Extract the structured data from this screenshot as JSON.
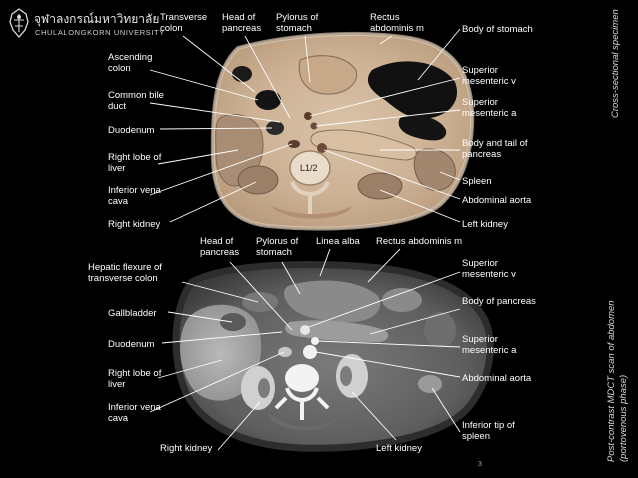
{
  "logo": {
    "thai": "จุฬาลงกรณ์มหาวิทยาลัย",
    "english": "CHULALONGKORN UNIVERSITY"
  },
  "side_labels": {
    "top": "Cross-sectional specimen",
    "bottom_line1": "Post-contrast MDCT scan of abdomen",
    "bottom_line2": "(portovenous phase)"
  },
  "vertebra_label": "L1/2",
  "specimen_labels": {
    "transverse_colon": "Transverse colon",
    "head_of_pancreas": "Head of pancreas",
    "pylorus_of_stomach": "Pylorus of stomach",
    "rectus_abdominis": "Rectus abdominis m",
    "body_of_stomach": "Body of stomach",
    "ascending_colon": "Ascending colon",
    "common_bile_duct": "Common bile duct",
    "duodenum": "Duodenum",
    "right_lobe_of_liver": "Right lobe of liver",
    "inferior_vena_cava": "Inferior vena cava",
    "right_kidney": "Right kidney",
    "superior_mesenteric_v": "Superior mesenteric v",
    "superior_mesenteric_a": "Superior mesenteric a",
    "body_and_tail_of_pancreas": "Body and tail of pancreas",
    "spleen": "Spleen",
    "abdominal_aorta": "Abdominal aorta",
    "left_kidney": "Left kidney"
  },
  "ct_labels": {
    "head_of_pancreas": "Head of pancreas",
    "pylorus_of_stomach": "Pylorus of stomach",
    "linea_alba": "Linea alba",
    "rectus_abdominis": "Rectus abdominis m",
    "hepatic_flexure": "Hepatic flexure of transverse colon",
    "gallbladder": "Gallbladder",
    "duodenum": "Duodenum",
    "right_lobe_of_liver": "Right lobe of liver",
    "inferior_vena_cava": "Inferior vena cava",
    "right_kidney": "Right kidney",
    "superior_mesenteric_v": "Superior mesenteric v",
    "body_of_pancreas": "Body of pancreas",
    "superior_mesenteric_a": "Superior mesenteric a",
    "abdominal_aorta": "Abdominal aorta",
    "inferior_tip_of_spleen": "Inferior tip of spleen",
    "left_kidney": "Left kidney"
  }
}
